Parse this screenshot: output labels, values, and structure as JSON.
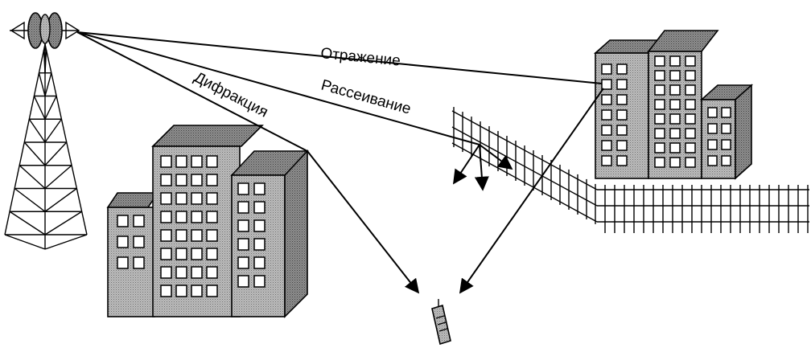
{
  "labels": {
    "reflection": "Отражение",
    "scattering": "Рассеивание",
    "diffraction": "Дифракция"
  }
}
